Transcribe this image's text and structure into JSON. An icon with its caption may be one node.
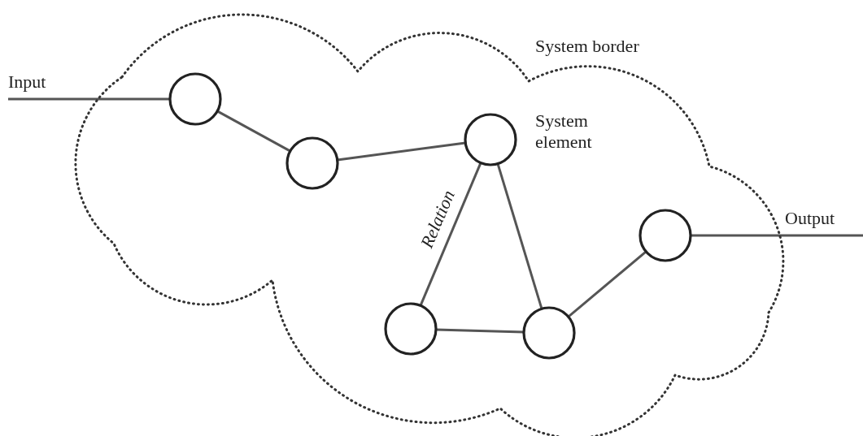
{
  "diagram": {
    "nodes": [
      {
        "text": [
          "System border"
        ]
      },
      {
        "text": [],
        "shape": "circle",
        "in": 0
      },
      {
        "text": [],
        "shape": "circle",
        "in": 0
      },
      {
        "text": [],
        "shape": "circle",
        "in": 0
      },
      {
        "text": [],
        "shape": "circle",
        "in": 0,
        "beside": [
          "System element"
        ]
      },
      {
        "text": [],
        "shape": "circle",
        "in": 0
      },
      {
        "text": [],
        "shape": "circle",
        "in": 0
      }
    ],
    "edges": [
      {
        "from": null,
        "to": 1,
        "arrow": "none",
        "label": "Input"
      },
      {
        "from": 1,
        "to": 2,
        "arrow": "none"
      },
      {
        "from": 2,
        "to": 4,
        "arrow": "none"
      },
      {
        "from": 4,
        "to": 3,
        "arrow": "none",
        "label": "Relation"
      },
      {
        "from": 4,
        "to": 5,
        "arrow": "none"
      },
      {
        "from": 3,
        "to": 5,
        "arrow": "none"
      },
      {
        "from": 5,
        "to": 6,
        "arrow": "none"
      },
      {
        "from": 6,
        "to": null,
        "arrow": "none",
        "label": "Output"
      }
    ]
  }
}
